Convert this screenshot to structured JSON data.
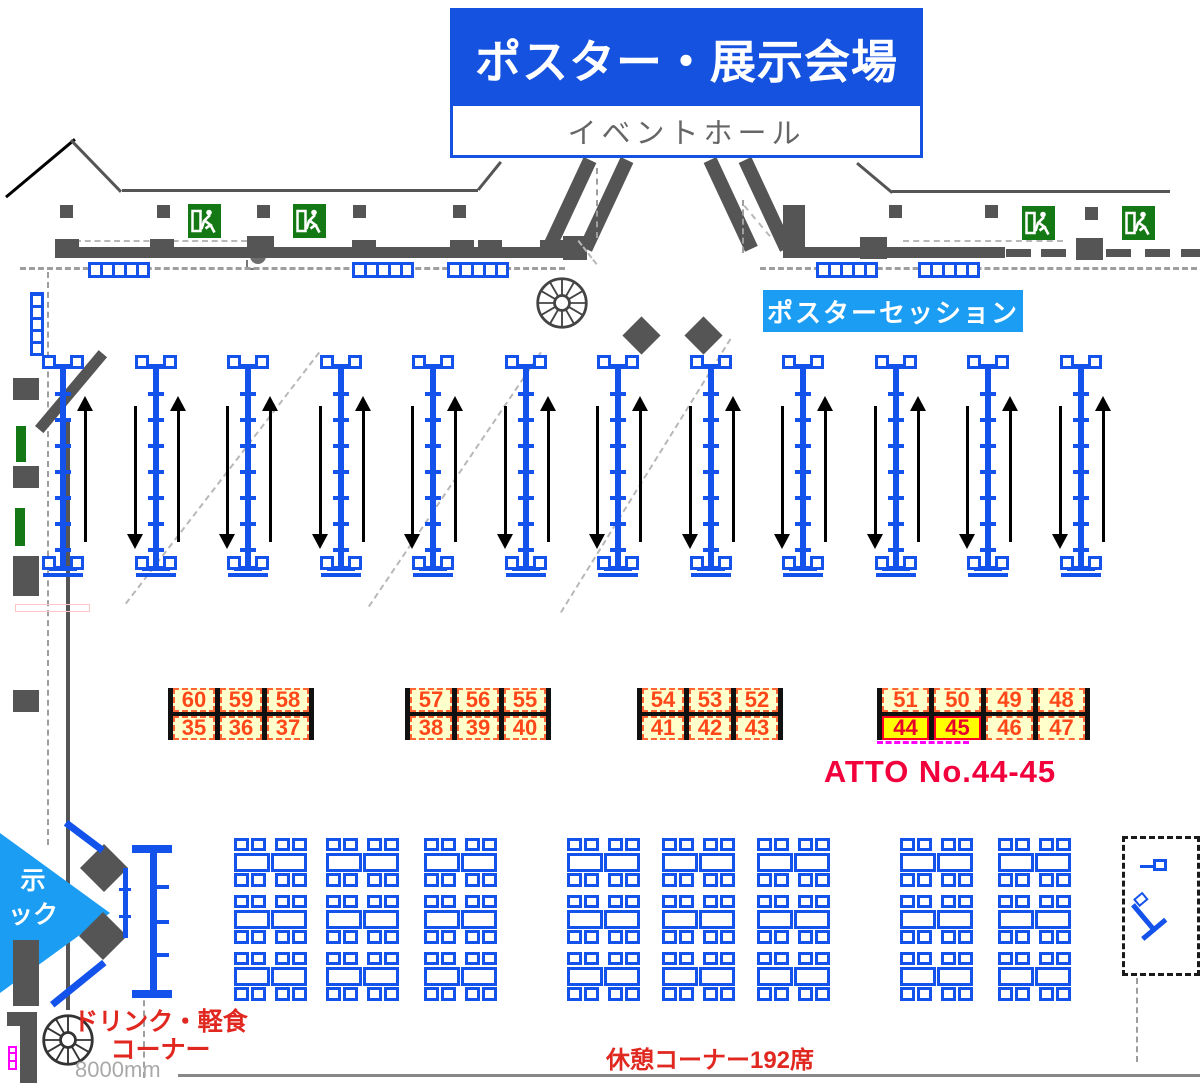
{
  "title": {
    "main": "ポスター・展示会場",
    "sub": "イベントホール"
  },
  "labels": {
    "poster_session": "ポスターセッション",
    "atto_highlight": "ATTO No.44-45",
    "drink_corner": [
      "ドリンク・軽食",
      "コーナー"
    ],
    "rest_corner": "休憩コーナー192席",
    "dimension": "8000mm",
    "exhibit_block": [
      "示",
      "ック"
    ]
  },
  "booths": {
    "groups": [
      {
        "top": [
          "60",
          "59",
          "58"
        ],
        "bottom": [
          "35",
          "36",
          "37"
        ]
      },
      {
        "top": [
          "57",
          "56",
          "55"
        ],
        "bottom": [
          "38",
          "39",
          "40"
        ]
      },
      {
        "top": [
          "54",
          "53",
          "52"
        ],
        "bottom": [
          "41",
          "42",
          "43"
        ]
      },
      {
        "top": [
          "51",
          "50",
          "49",
          "48"
        ],
        "bottom": [
          "44",
          "45",
          "46",
          "47"
        ]
      }
    ],
    "highlighted": [
      "44",
      "45"
    ]
  },
  "poster_boards": {
    "count": 12,
    "up_arrows": 12,
    "down_arrows": 11,
    "ticks_per_board": 7
  },
  "seating": {
    "rows": 3,
    "column_groups": [
      3,
      3,
      2
    ],
    "units": 24,
    "chairs_per_unit": 8,
    "total_seats": 192
  },
  "exits": {
    "count": 4
  },
  "colors": {
    "title_bg": "#1552E0",
    "plan_blue": "#1453EB",
    "session_bg": "#1B9DF3",
    "wall": "#555555",
    "exit_green": "#147814",
    "booth_fill": "#FFFFCC",
    "booth_border": "#FF6633",
    "booth_number": "#FF4719",
    "highlight_bg": "#FFFF00",
    "highlight_border": "#FF0022",
    "highlight_text": "#E8002C",
    "accent_red": "#E02820",
    "atto_red": "#F2003C",
    "dash_gray": "#9E9E9E",
    "magenta": "#FF00FF"
  }
}
